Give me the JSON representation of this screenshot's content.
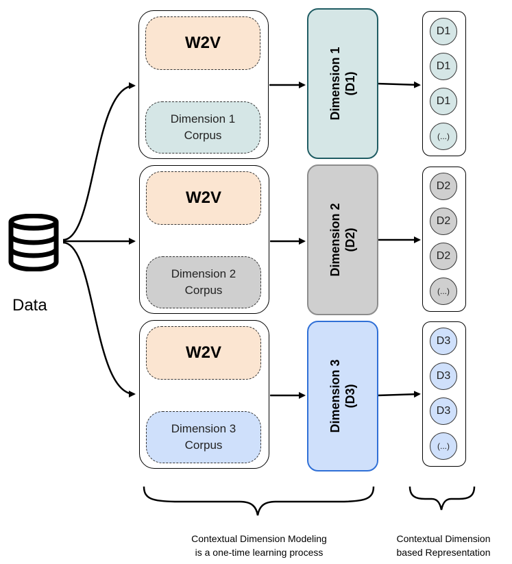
{
  "source": {
    "label": "Data"
  },
  "colors": {
    "w2v_fill": "#fbe5d1",
    "dim1_fill": "#d5e6e6",
    "dim1_border": "#1f5c63",
    "dim2_fill": "#cfcfcf",
    "dim2_border": "#8c8c8c",
    "dim3_fill": "#cfe0fb",
    "dim3_border": "#2f6fd6"
  },
  "rows": [
    {
      "w2v_label": "W2V",
      "corpus_label": "Dimension 1\nCorpus",
      "dimension_label": "Dimension 1\n(D1)",
      "items": [
        "D1",
        "D1",
        "D1",
        "(...)"
      ]
    },
    {
      "w2v_label": "W2V",
      "corpus_label": "Dimension 2\nCorpus",
      "dimension_label": "Dimension 2\n(D2)",
      "items": [
        "D2",
        "D2",
        "D2",
        "(...)"
      ]
    },
    {
      "w2v_label": "W2V",
      "corpus_label": "Dimension 3\nCorpus",
      "dimension_label": "Dimension 3\n(D3)",
      "items": [
        "D3",
        "D3",
        "D3",
        "(...)"
      ]
    }
  ],
  "captions": {
    "modeling": "Contextual Dimension Modeling\nis a one-time learning process",
    "representation": "Contextual Dimension\nbased Representation"
  }
}
